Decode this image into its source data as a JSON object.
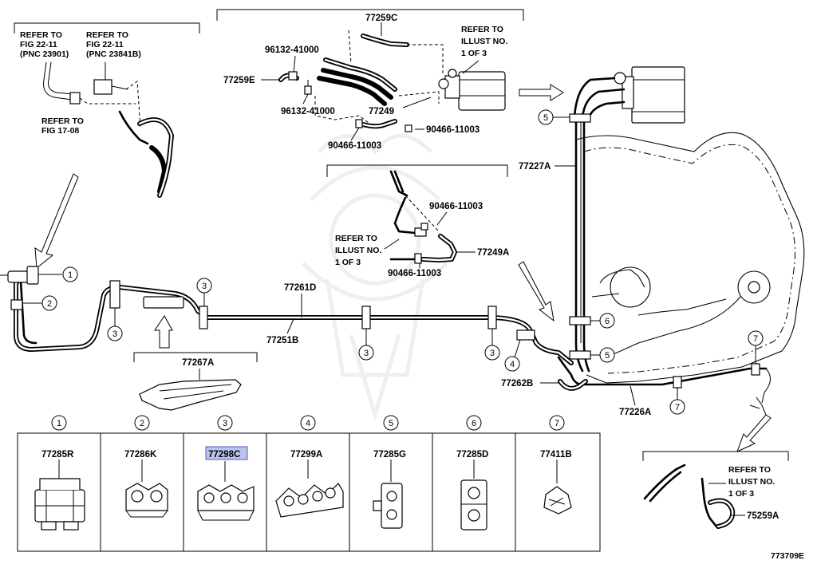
{
  "diagram_code": "773709E",
  "callouts": {
    "c1": "1",
    "c2": "2",
    "c3": "3",
    "c4": "4",
    "c5": "5",
    "c6": "6",
    "c7": "7"
  },
  "parts": {
    "p77259C": "77259C",
    "p96132_a": "96132-41000",
    "p96132_b": "96132-41000",
    "p77259E": "77259E",
    "p77249": "77249",
    "p90466_a": "90466-11003",
    "p90466_b": "90466-11003",
    "p90466_c": "90466-11003",
    "p90466_d": "90466-11003",
    "p77227A": "77227A",
    "p77261D": "77261D",
    "p77251B": "77251B",
    "p77249A": "77249A",
    "p77267A": "77267A",
    "p77262B": "77262B",
    "p77226A": "77226A",
    "p75259A": "75259A"
  },
  "refer_notes": {
    "fig22_11_a": [
      "REFER TO",
      "FIG 22-11",
      "(PNC 23901)"
    ],
    "fig22_11_b": [
      "REFER TO",
      "FIG 22-11",
      "(PNC 23841B)"
    ],
    "fig17_08": [
      "REFER TO",
      "FIG 17-08"
    ],
    "illust_top": [
      "REFER TO",
      "ILLUST NO.",
      "1 OF 3"
    ],
    "illust_mid": [
      "REFER TO",
      "ILLUST NO.",
      "1 OF 3"
    ],
    "illust_bottom": [
      "REFER TO",
      "ILLUST NO.",
      "1 OF 3"
    ]
  },
  "clip_table": {
    "numbers": [
      "1",
      "2",
      "3",
      "4",
      "5",
      "6",
      "7"
    ],
    "parts": [
      "77285R",
      "77286K",
      "77298C",
      "77299A",
      "77285G",
      "77285D",
      "77411B"
    ],
    "highlighted_index": 2,
    "highlight_color": "#b9c3ee"
  }
}
